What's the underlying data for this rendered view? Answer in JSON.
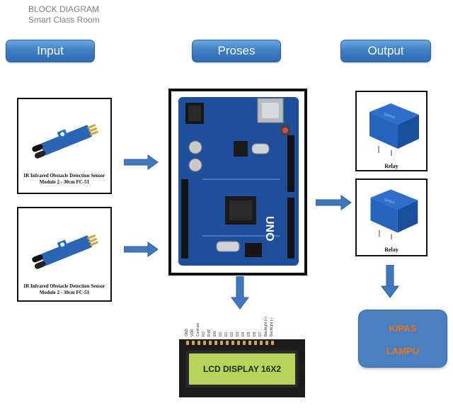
{
  "title": {
    "line1": "BLOCK DIAGRAM",
    "line2": "Smart Class Room"
  },
  "headers": {
    "input": "Input",
    "process": "Proses",
    "output": "Output"
  },
  "sensors": [
    {
      "caption_line1": "IR Infrared Obstacle Detection Sensor",
      "caption_line2": "Module 2 - 30cm FC-51"
    },
    {
      "caption_line1": "IR Infrared Obstacle Detection Sensor",
      "caption_line2": "Module 2 - 30cm FC-51"
    }
  ],
  "board": {
    "label": "UNO"
  },
  "relays": [
    {
      "caption": "Relay"
    },
    {
      "caption": "Relay"
    }
  ],
  "lcd": {
    "label": "LCD DISPLAY 16X2"
  },
  "outputs": {
    "line1": "KIPAS",
    "line2": "LAMPU"
  },
  "colors": {
    "header": "#3f7fc4",
    "arrow": "#3f78be",
    "output_text": "#e8741c",
    "board": "#1f4f9c",
    "lcd_screen": "#b7d35a"
  }
}
